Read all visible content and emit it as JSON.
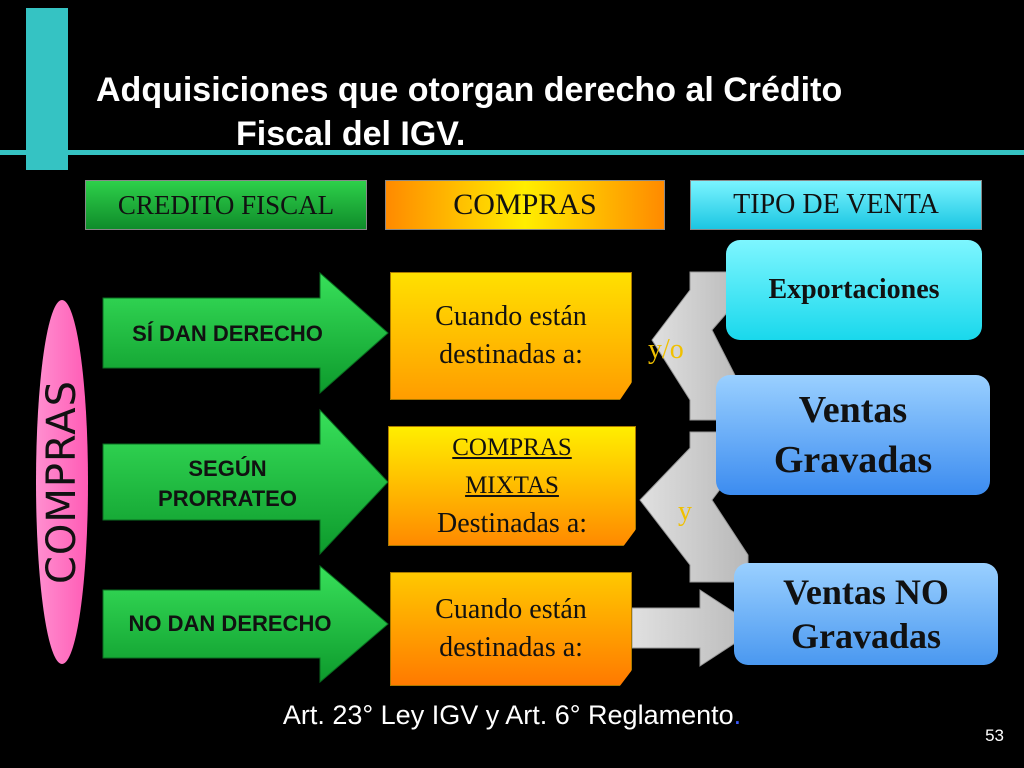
{
  "title": {
    "line1": "Adquisiciones que otorgan derecho al Crédito",
    "line2": "Fiscal del IGV."
  },
  "headers": {
    "credito_fiscal": "CREDITO FISCAL",
    "compras": "COMPRAS",
    "tipo_venta": "TIPO DE VENTA"
  },
  "side_label": "COMPRAS",
  "arrows": {
    "si_dan_derecho": "SÍ DAN DERECHO",
    "segun_prorrateo_1": "SEGÚN",
    "segun_prorrateo_2": "PRORRATEO",
    "no_dan_derecho": "NO DAN DERECHO"
  },
  "boxes": {
    "box1_line1": "Cuando están",
    "box1_line2": "destinadas a:",
    "box2_line1": "COMPRAS",
    "box2_line2": "MIXTAS",
    "box2_line3": "Destinadas a:",
    "box3_line1": "Cuando están",
    "box3_line2": "destinadas a:"
  },
  "conjunctions": {
    "y_o": "y/o",
    "y": "y"
  },
  "sales": {
    "exportaciones": "Exportaciones",
    "gravadas_1": "Ventas",
    "gravadas_2": "Gravadas",
    "no_gravadas_1": "Ventas NO",
    "no_gravadas_2": "Gravadas"
  },
  "footer": {
    "text": "Art. 23° Ley IGV y Art. 6° Reglamento",
    "dot": "."
  },
  "page_number": "53",
  "colors": {
    "accent_bar": "#35c3c3",
    "green": "#16b836",
    "orange": "#ff8a00",
    "yellow": "#ffee00",
    "cyan": "#22dcec",
    "blue": "#5aa8f0",
    "pink": "#ff5bb5"
  }
}
